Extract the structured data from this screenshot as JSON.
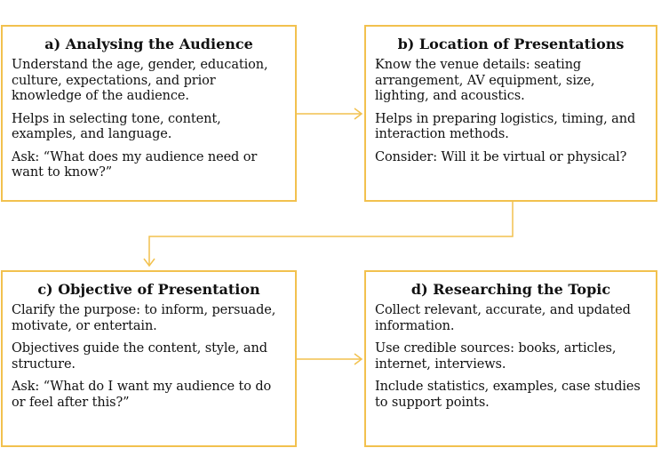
{
  "boxes": {
    "a": {
      "title": "a) Analysing the Audience",
      "paragraphs": [
        "Understand the age, gender, education, culture, expectations, and prior knowledge of the audience.",
        "Helps in selecting tone, content, examples, and language.",
        "Ask: “What does my audience need or want to know?”"
      ]
    },
    "b": {
      "title": "b) Location of Presentations",
      "paragraphs": [
        "Know the venue details: seating arrangement, AV equipment, size, lighting, and acoustics.",
        "Helps in preparing logistics, timing, and interaction methods.",
        "Consider: Will it be virtual or physical?"
      ]
    },
    "c": {
      "title": "c) Objective of Presentation",
      "paragraphs": [
        "Clarify the purpose: to inform, persuade, motivate, or entertain.",
        "Objectives guide the content, style, and structure.",
        "Ask: “What do I want my audience to do or feel after this?”"
      ]
    },
    "d": {
      "title": "d) Researching the Topic",
      "paragraphs": [
        "Collect relevant, accurate, and updated information.",
        "Use credible sources: books, articles, internet, interviews.",
        "Include statistics, examples, case studies to support points."
      ]
    }
  },
  "colors": {
    "border": "#f2c14e",
    "connector": "#f2c14e"
  }
}
